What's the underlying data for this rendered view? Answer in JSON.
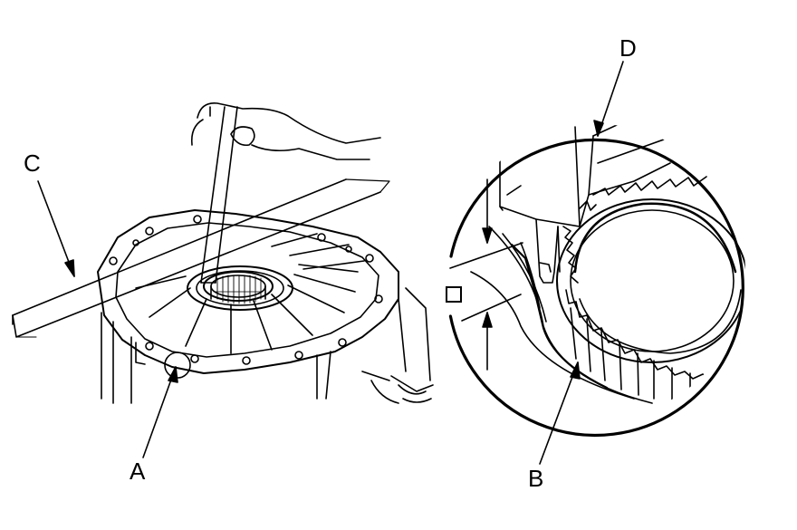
{
  "callouts": {
    "a": "A",
    "b": "B",
    "c": "C",
    "d": "D"
  },
  "measurement": {
    "symbol": "empty-square-box"
  },
  "colors": {
    "ink": "#000000",
    "paper": "#ffffff"
  }
}
